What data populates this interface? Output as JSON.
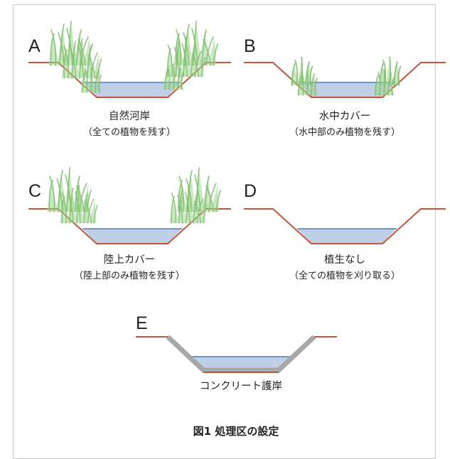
{
  "panels": [
    {
      "id": "A",
      "title": "自然河岸",
      "subtitle": "（全ての植物を残す）"
    },
    {
      "id": "B",
      "title": "水中カバー",
      "subtitle": "（水中部のみ植物を残す）"
    },
    {
      "id": "C",
      "title": "陸上カバー",
      "subtitle": "（陸上部のみ植物を残す）"
    },
    {
      "id": "D",
      "title": "植生なし",
      "subtitle": "（全ての植物を刈り取る）"
    },
    {
      "id": "E",
      "title": "コンクリート護岸",
      "subtitle": ""
    }
  ],
  "figure_caption": "図1 処理区の設定",
  "colors": {
    "bank": "#c0553a",
    "water": "#bfd0e6",
    "water_line": "#4a7cb8",
    "grass": "#7fbf6e",
    "concrete": "#a8a8a8"
  }
}
